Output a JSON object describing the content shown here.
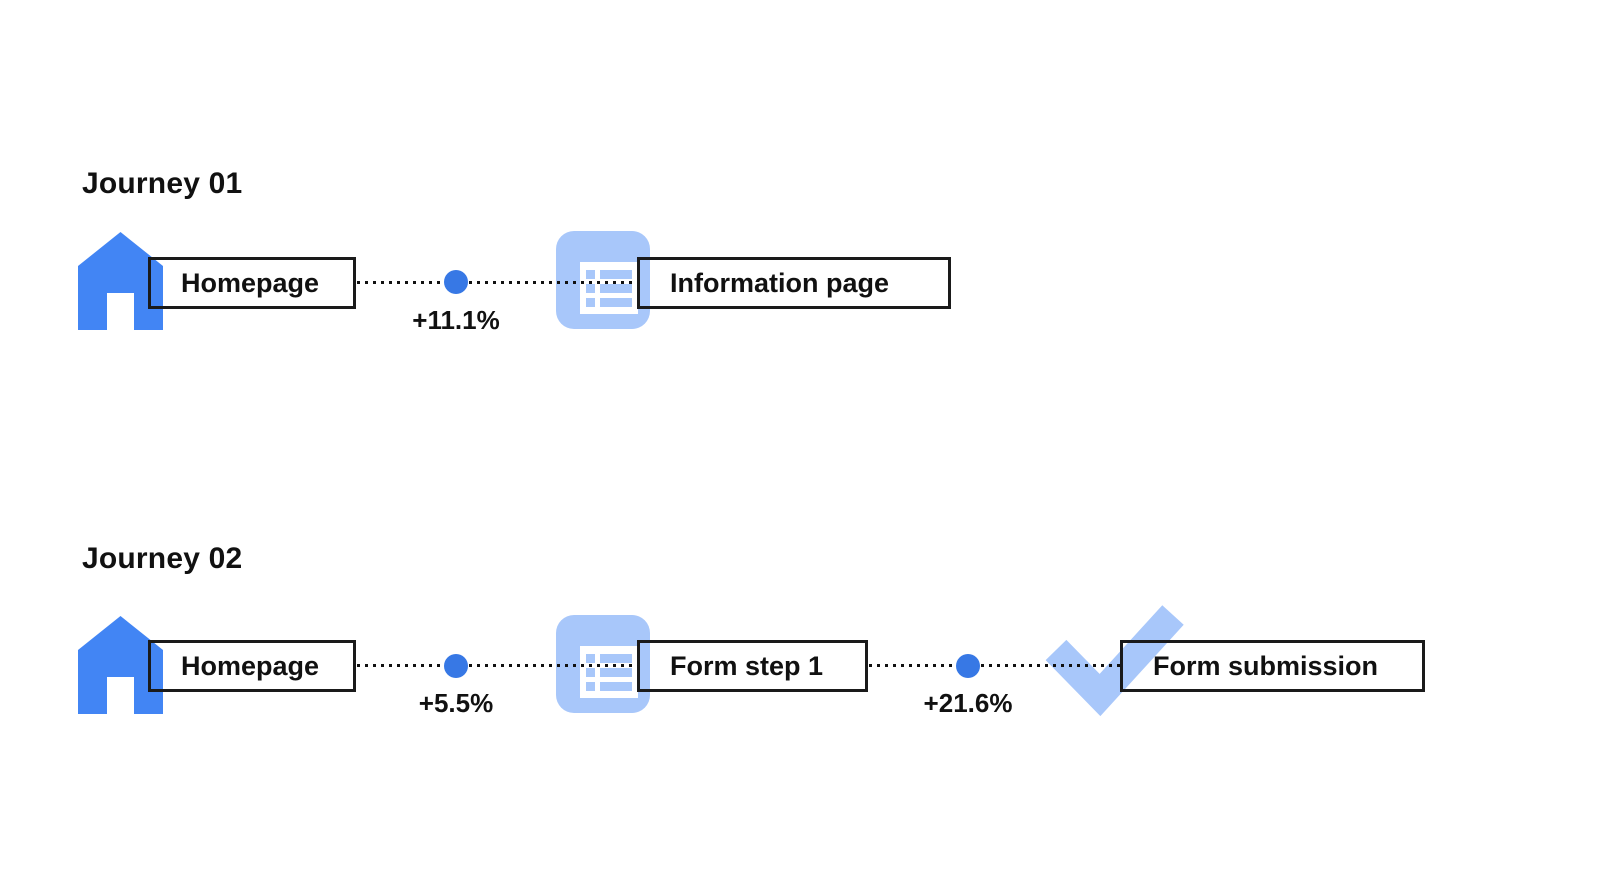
{
  "journeys": [
    {
      "title": "Journey 01",
      "steps": [
        {
          "label": "Homepage",
          "icon": "home-icon"
        },
        {
          "label": "Information page",
          "icon": "list-page-icon"
        }
      ],
      "transitions": [
        {
          "delta": "+11.1%"
        }
      ]
    },
    {
      "title": "Journey 02",
      "steps": [
        {
          "label": "Homepage",
          "icon": "home-icon"
        },
        {
          "label": "Form step 1",
          "icon": "list-page-icon"
        },
        {
          "label": "Form submission",
          "icon": "check-icon"
        }
      ],
      "transitions": [
        {
          "delta": "+5.5%"
        },
        {
          "delta": "+21.6%"
        }
      ]
    }
  ],
  "colors": {
    "background": "#FFFFFF",
    "step_blue": "#4285F4",
    "dot_blue": "#3778E5",
    "light_blue": "#A8C7FA",
    "text": "#111111",
    "box_border": "#1A1A1A"
  }
}
